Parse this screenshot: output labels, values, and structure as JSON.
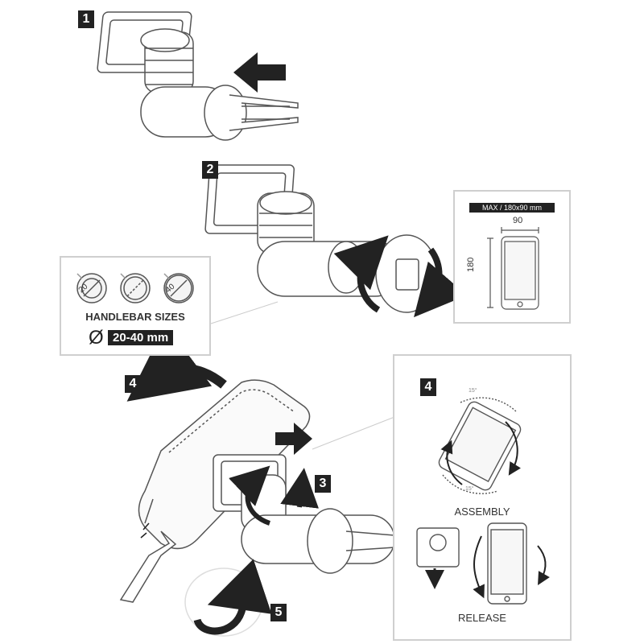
{
  "steps": {
    "s1": "1",
    "s2": "2",
    "s3": "3",
    "s4a": "4",
    "s4b": "4",
    "s5": "5"
  },
  "handlebar": {
    "title": "HANDLEBAR SIZES",
    "range": "20-40 mm",
    "diameter_symbol": "Ø",
    "sizes": [
      "20",
      "",
      "40"
    ]
  },
  "phone_size": {
    "max_label": "MAX / 180x90 mm",
    "width": "90",
    "height": "180"
  },
  "procedure": {
    "assembly": "ASSEMBLY",
    "release": "RELEASE",
    "degree_top": "15°",
    "degree_bottom": "15°"
  },
  "colors": {
    "ink": "#222222",
    "line": "#555555",
    "frame": "#cfcfcf",
    "fill": "#f4f4f4"
  }
}
